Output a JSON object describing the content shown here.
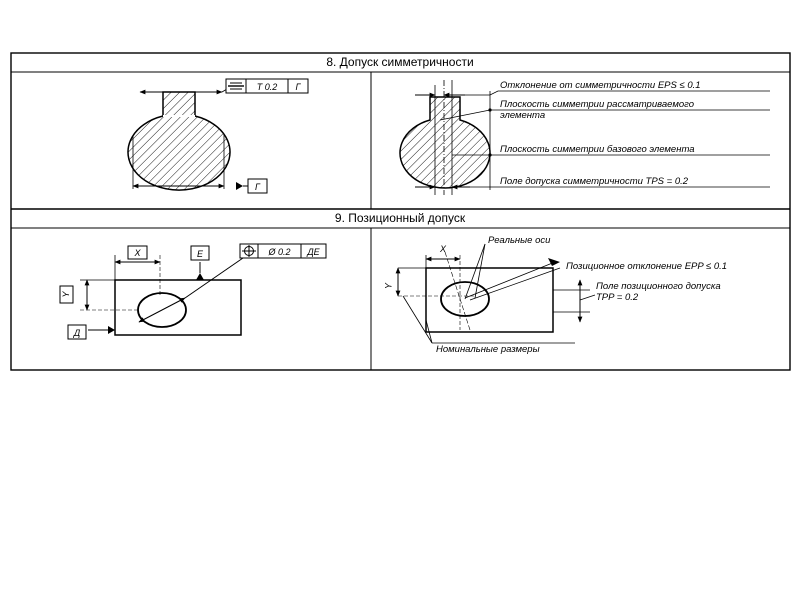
{
  "sections": [
    {
      "title": "8. Допуск симметричности",
      "left": {
        "fcf_value": "T 0.2",
        "fcf_datum": "Г",
        "datum_label": "Г"
      },
      "right": {
        "labels": [
          "Отклонение от симметричности EPS ≤ 0.1",
          "Плоскость симметрии рассматриваемого",
          "элемента",
          "Плоскость симметрии базового элемента",
          "Поле допуска симметричности TPS = 0.2"
        ]
      }
    },
    {
      "title": "9. Позиционный допуск",
      "left": {
        "x_label": "X",
        "y_label": "Y",
        "datum_e": "E",
        "datum_d": "Д",
        "fcf_value": "Ø 0.2",
        "fcf_datums": "ДЕ"
      },
      "right": {
        "x_label": "X",
        "y_label": "Y",
        "labels": [
          "Реальные оси",
          "Позиционное отклонение  EPP ≤ 0.1",
          "Поле позиционного допуска",
          "TPP = 0.2",
          "Номинальные размеры"
        ]
      }
    }
  ]
}
